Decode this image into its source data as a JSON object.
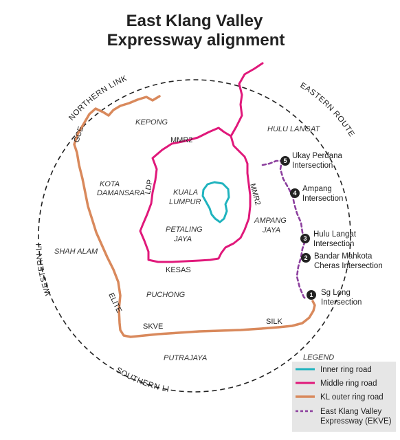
{
  "title": {
    "line1": "East Klang Valley",
    "line2": "Expressway  alignment"
  },
  "ring_labels": {
    "northern": "NORTHERN LINK",
    "eastern": "EASTERN ROUTE",
    "western": "WESTERN LINK",
    "southern": "SOUTHERN LINK"
  },
  "areas": {
    "kepong": "KEPONG",
    "hulu_langat": "HULU LANGAT",
    "kota_damansara_1": "KOTA",
    "kota_damansara_2": "DAMANSARA",
    "kuala_lumpur_1": "KUALA",
    "kuala_lumpur_2": "LUMPUR",
    "petaling_jaya_1": "PETALING",
    "petaling_jaya_2": "JAYA",
    "ampang_jaya_1": "AMPANG",
    "ampang_jaya_2": "JAYA",
    "shah_alam": "SHAH ALAM",
    "puchong": "PUCHONG",
    "putrajaya": "PUTRAJAYA"
  },
  "roads": {
    "mmr2_top": "MMR2",
    "mmr2_right": "MMR2",
    "ldp": "LDP",
    "gce": "GCE",
    "kesas": "KESAS",
    "elite": "ELITE",
    "skve": "SKVE",
    "silk": "SILK"
  },
  "intersections": [
    {
      "num": "5",
      "line1": "Ukay Perdana",
      "line2": "Intersection"
    },
    {
      "num": "4",
      "line1": "Ampang",
      "line2": "Intersection"
    },
    {
      "num": "3",
      "line1": "Hulu Langat",
      "line2": "Intersection"
    },
    {
      "num": "2",
      "line1": "Bandar Mahkota",
      "line2": "Cheras Intersection"
    },
    {
      "num": "1",
      "line1": "Sg Long",
      "line2": "Intersection"
    }
  ],
  "legend": {
    "title": "LEGEND",
    "items": [
      {
        "label": "Inner ring road",
        "color": "#1fb3be",
        "style": "solid"
      },
      {
        "label": "Middle ring road",
        "color": "#e0187a",
        "style": "solid"
      },
      {
        "label": "KL outer ring road",
        "color": "#d9895c",
        "style": "solid"
      },
      {
        "label": "East Klang Valley",
        "label2": "Expressway (EKVE)",
        "color": "#8c3f9e",
        "style": "dashed"
      }
    ]
  },
  "colors": {
    "inner_ring": "#1fb3be",
    "middle_ring": "#e0187a",
    "outer_ring": "#d9895c",
    "ekve": "#8c3f9e",
    "boundary": "#222222",
    "marker": "#222222",
    "legend_bg": "#e6e6e6"
  }
}
